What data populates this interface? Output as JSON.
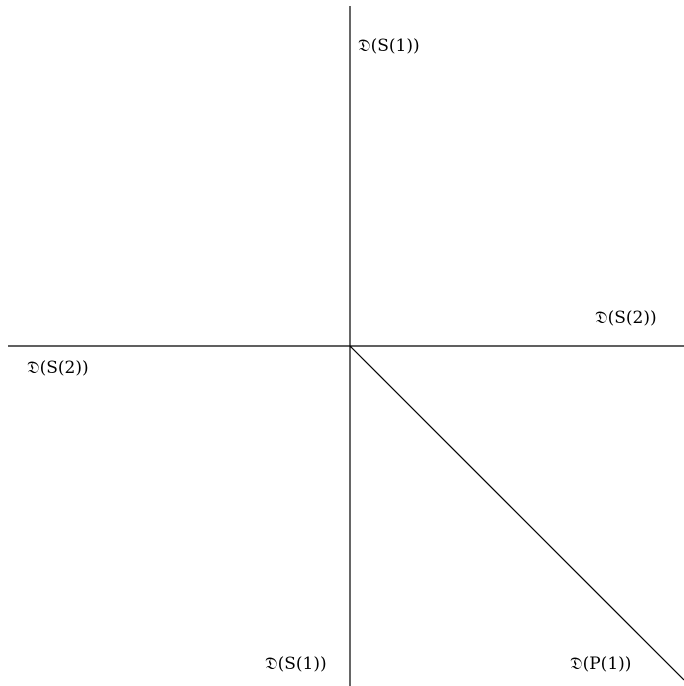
{
  "labels": {
    "top": "𝔇(S(1))",
    "right": "𝔇(S(2))",
    "left": "𝔇(S(2))",
    "bottom": "𝔇(S(1))",
    "diagonal": "𝔇(P(1))"
  },
  "colors": {
    "line": "#000000",
    "background": "#ffffff"
  }
}
